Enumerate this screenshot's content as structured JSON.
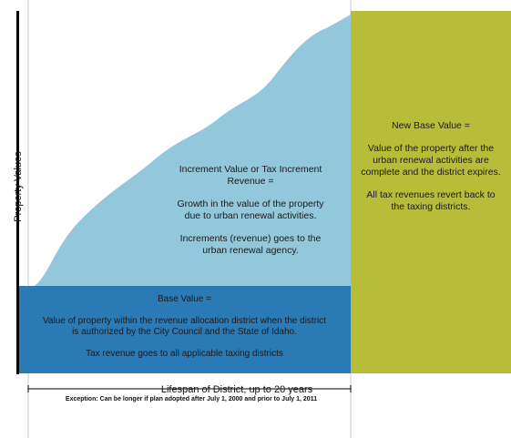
{
  "colors": {
    "increment": "#93c7db",
    "base": "#2a7ab5",
    "new_base": "#b7bd38",
    "axis": "#000000",
    "guide": "#c8c8c8"
  },
  "y_axis_label": "Property Values",
  "increment_box": {
    "heading": "Increment Value or Tax Increment Revenue =",
    "body": "Growth in the value of the property due to urban renewal activities.",
    "note": "Increments (revenue) goes to the urban renewal agency."
  },
  "base_box": {
    "heading": "Base Value =",
    "body": "Value of property within the revenue allocation district when the district is authorized by the City Council and the State of Idaho.",
    "note": "Tax revenue goes to all applicable taxing districts"
  },
  "new_base_box": {
    "heading": "New Base Value =",
    "body": "Value of the property after the urban renewal activities are complete and the district expires.",
    "note": "All tax revenues revert back to the taxing districts."
  },
  "lifespan": {
    "label": "Lifespan of District, up to 20 years",
    "exception": "Exception: Can be longer if plan adopted after July 1, 2000 and prior to July 1, 2011"
  }
}
